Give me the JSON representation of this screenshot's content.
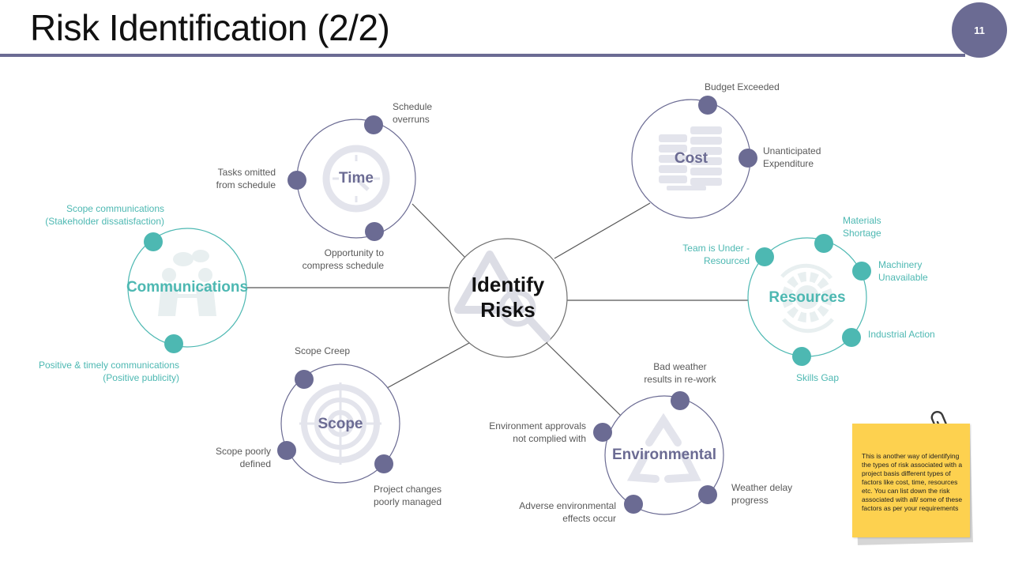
{
  "slide": {
    "title": "Risk Identification (2/2)",
    "page_number": "11"
  },
  "colors": {
    "purple": "#6b6b93",
    "teal": "#4db8b2",
    "line": "#444444",
    "icon_gray": "#e3e4ec",
    "note_yellow": "#fdd14f"
  },
  "hub": {
    "title": "Identify\nRisks",
    "icon": "warning-magnifier-icon"
  },
  "nodes": {
    "time": {
      "title": "Time",
      "icon": "clock-icon",
      "labels": [
        "Schedule\noverruns",
        "Tasks omitted\nfrom schedule",
        "Opportunity to\ncompress schedule"
      ]
    },
    "cost": {
      "title": "Cost",
      "icon": "coins-stack-icon",
      "labels": [
        "Budget Exceeded",
        "Unanticipated\nExpenditure"
      ]
    },
    "communications": {
      "title": "Communications",
      "icon": "people-talking-icon",
      "labels": [
        "Scope communications\n(Stakeholder dissatisfaction)",
        "Positive & timely communications\n(Positive publicity)"
      ]
    },
    "resources": {
      "title": "Resources",
      "icon": "gear-cycle-icon",
      "labels": [
        "Materials\nShortage",
        "Team is Under -\nResourced",
        "Machinery\nUnavailable",
        "Industrial Action",
        "Skills Gap"
      ]
    },
    "scope": {
      "title": "Scope",
      "icon": "target-icon",
      "labels": [
        "Scope Creep",
        "Scope poorly\ndefined",
        "Project changes\npoorly managed"
      ]
    },
    "environmental": {
      "title": "Environmental",
      "icon": "recycle-icon",
      "labels": [
        "Bad weather\nresults in re-work",
        "Environment approvals\nnot complied with",
        "Adverse environmental\neffects occur",
        "Weather delay\nprogress"
      ]
    }
  },
  "note": {
    "text": "This is another way of identifying the types of risk associated with a project basis different types of factors like cost, time, resources etc. You can list down the risk associated with all/ some of these factors as per your requirements",
    "icon": "paperclip-icon"
  }
}
